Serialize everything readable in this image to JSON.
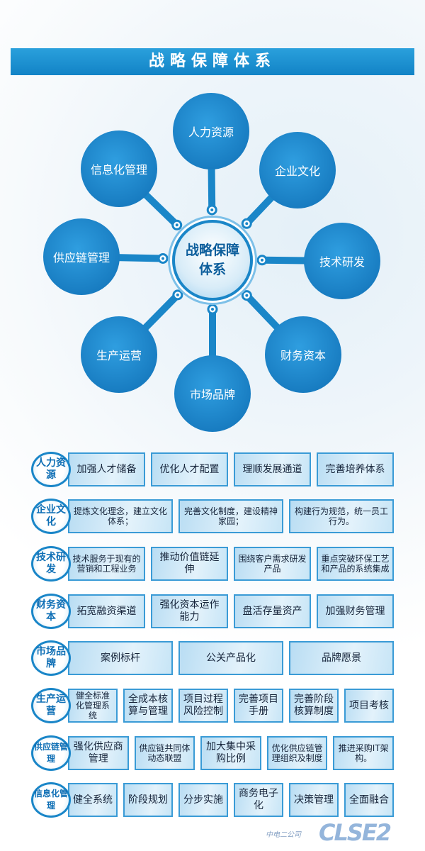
{
  "title": "战略保障体系",
  "hub": "战略保障体系",
  "petals": [
    "人力资源",
    "企业文化",
    "技术研发",
    "财务资本",
    "市场品牌",
    "生产运营",
    "供应链管理",
    "信息化管理"
  ],
  "rows": [
    {
      "label": "人力资源",
      "items": [
        "加强人才储备",
        "优化人才配置",
        "理顺发展通道",
        "完善培养体系"
      ]
    },
    {
      "label": "企业文化",
      "items": [
        "提炼文化理念，建立文化体系；",
        "完善文化制度，建设精神家园；",
        "构建行为规范，统一员工行为。"
      ]
    },
    {
      "label": "技术研发",
      "items": [
        "技术服务于现有的营销和工程业务",
        "推动价值链延伸",
        "围绕客户需求研发产品",
        "重点突破环保工艺和产品的系统集成"
      ]
    },
    {
      "label": "财务资本",
      "items": [
        "拓宽融资渠道",
        "强化资本运作能力",
        "盘活存量资产",
        "加强财务管理"
      ]
    },
    {
      "label": "市场品牌",
      "items": [
        "案例标杆",
        "公关产品化",
        "品牌愿景"
      ]
    },
    {
      "label": "生产运营",
      "items": [
        "健全标准化管理系统",
        "全成本核算与管理",
        "项目过程风险控制",
        "完善项目手册",
        "完善阶段核算制度",
        "项目考核"
      ]
    },
    {
      "label": "供应链管理",
      "items": [
        "强化供应商管理",
        "供应链共同体动态联盟",
        "加大集中采购比例",
        "优化供应链管理组织及制度",
        "推进采购IT架构。"
      ]
    },
    {
      "label": "信息化管理",
      "items": [
        "健全系统",
        "阶段规划",
        "分步实施",
        "商务电子化",
        "决策管理",
        "全面融合"
      ]
    }
  ],
  "logo": {
    "text": "CLSE2",
    "sub": "中电二公司"
  }
}
